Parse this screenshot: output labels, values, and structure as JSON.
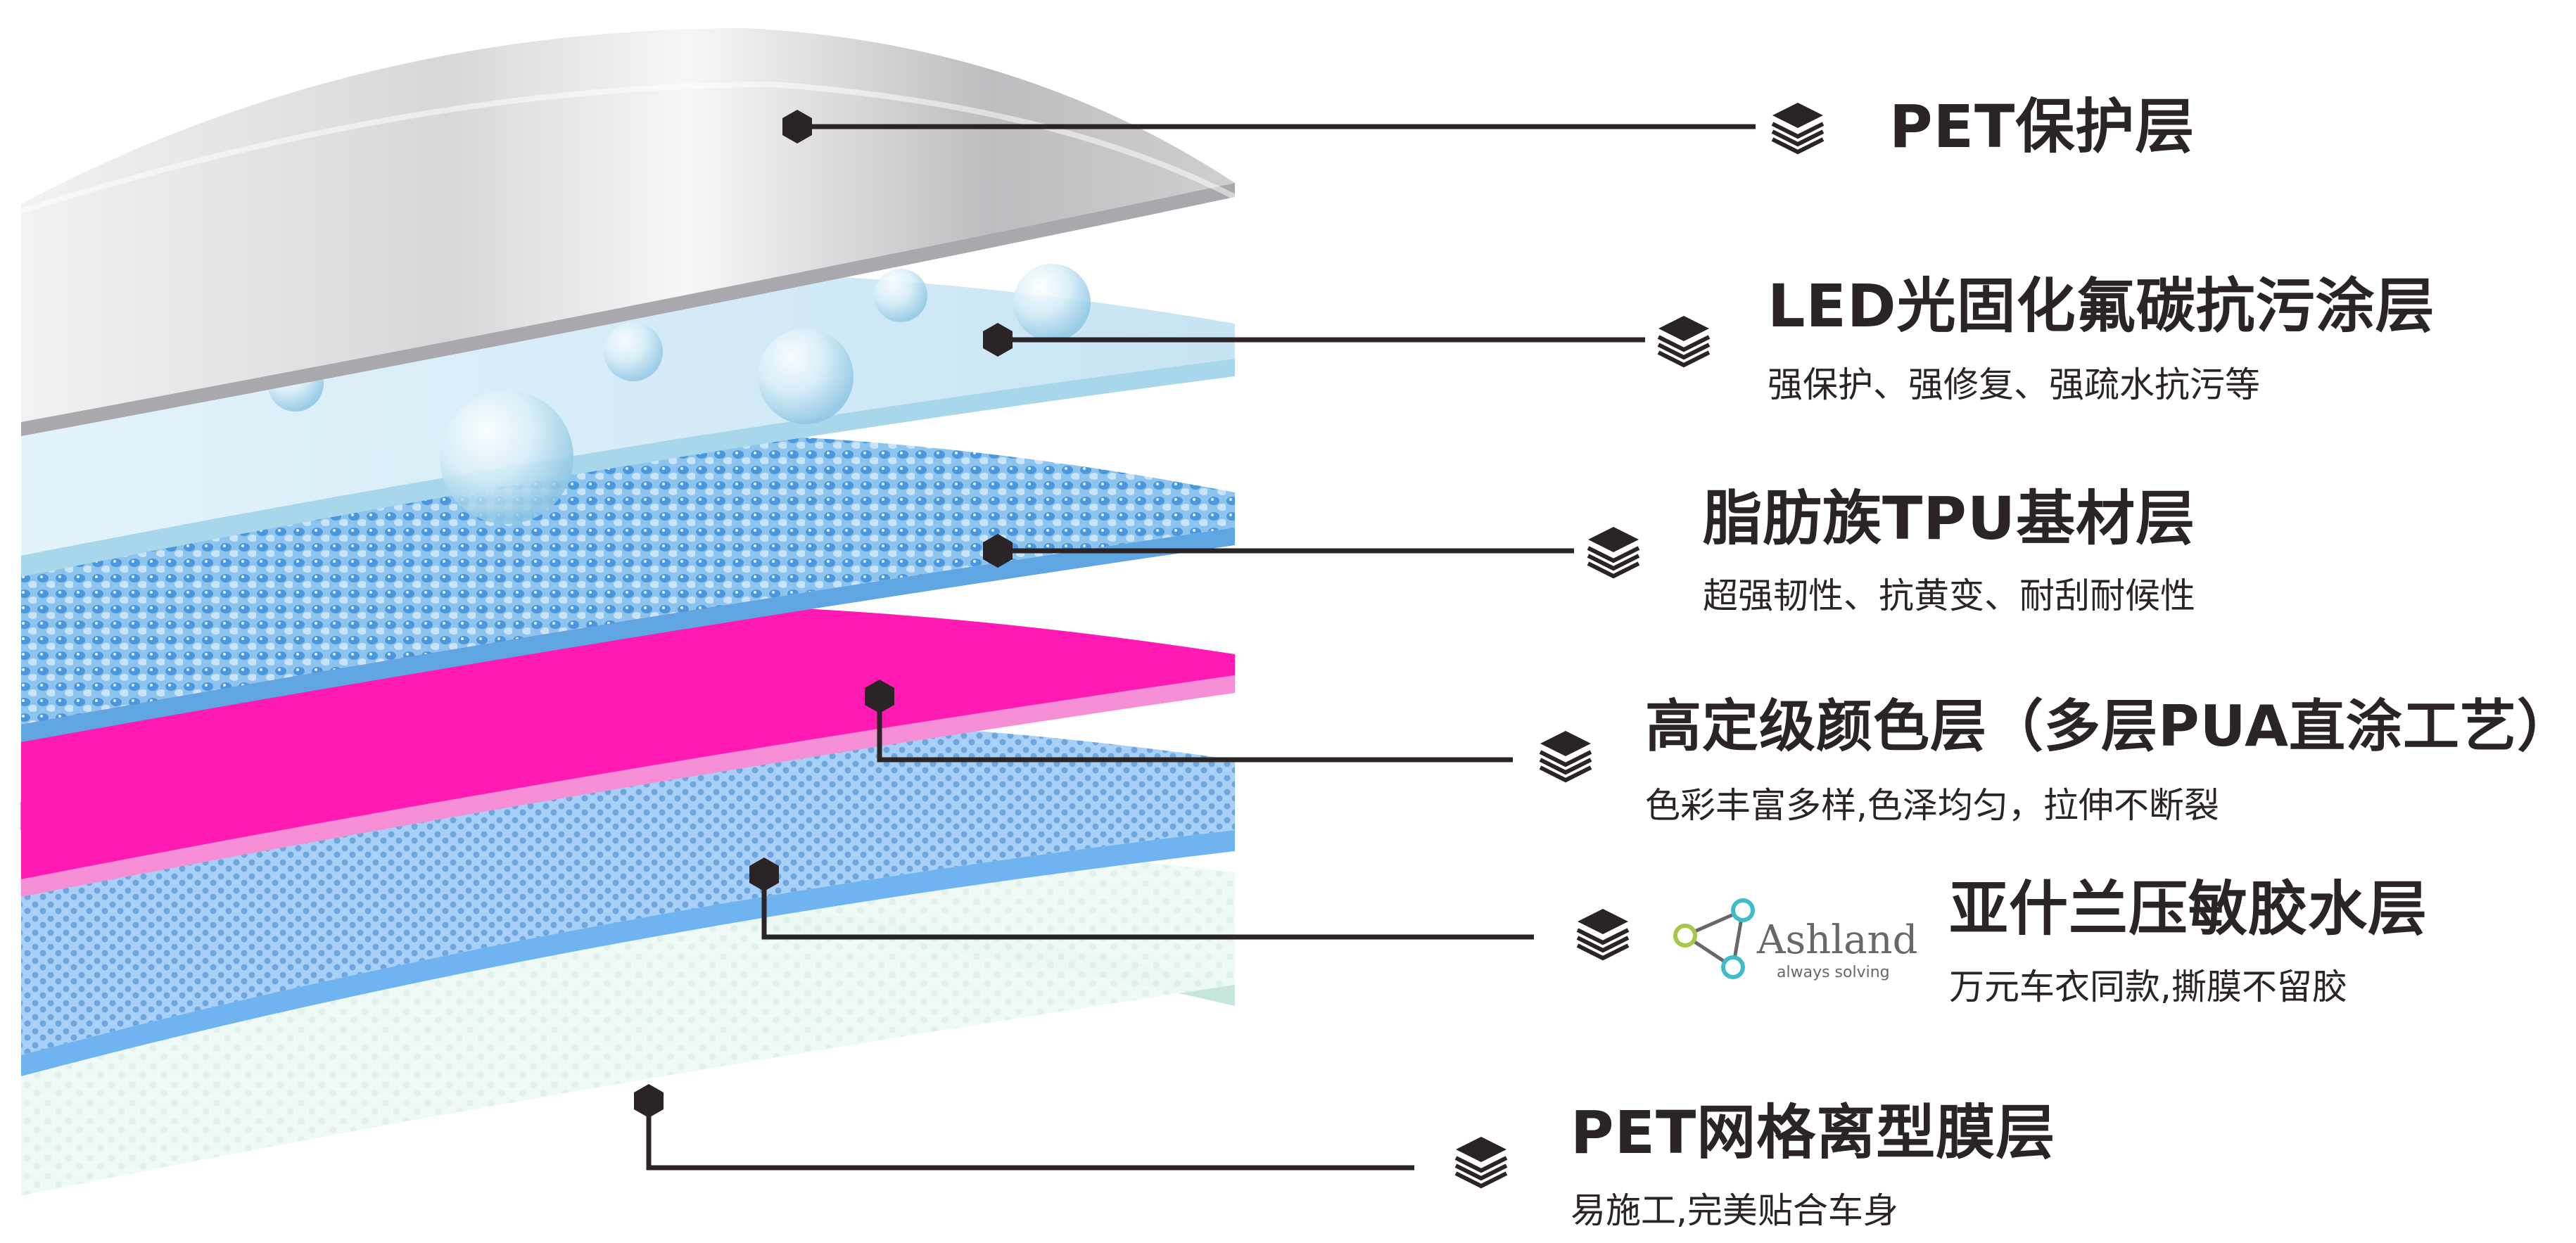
{
  "colors": {
    "line": "#2a2426",
    "silver": "#c9c9cb",
    "led_blue": "#cde7f5",
    "tpu_blue": "#6fb2e6",
    "magenta": "#ff1bb3",
    "glue_blue": "#8cc2f5",
    "release_green": "#d9f1ea"
  },
  "layers": [
    {
      "title": "PET保护层",
      "subtitle": ""
    },
    {
      "title": "LED光固化氟碳抗污涂层",
      "subtitle": "强保护、强修复、强疏水抗污等"
    },
    {
      "title": "脂肪族TPU基材层",
      "subtitle": "超强韧性、抗黄变、耐刮耐候性"
    },
    {
      "title": "高定级颜色层（多层PUA直涂工艺）",
      "subtitle": "色彩丰富多样,色泽均匀，拉伸不断裂"
    },
    {
      "title": "亚什兰压敏胶水层",
      "subtitle": "万元车衣同款,撕膜不留胶"
    },
    {
      "title": "PET网格离型膜层",
      "subtitle": "易施工,完美贴合车身"
    }
  ],
  "logo": {
    "name": "Ashland",
    "tagline": "always solving",
    "icon": "ashland-molecule-icon"
  },
  "icons": {
    "layer_stack": "layer-stack-icon",
    "marker": "hexagon-marker-icon"
  }
}
